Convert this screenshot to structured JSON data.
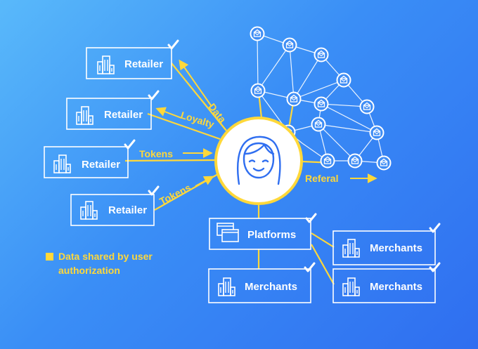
{
  "colors": {
    "line": "#ffd83a",
    "box_border": "#ffffff",
    "text": "#ffffff",
    "accent": "#ffd83a"
  },
  "retailers": [
    {
      "label": "Retailer",
      "icon": "building-icon",
      "checked": true
    },
    {
      "label": "Retailer",
      "icon": "building-icon",
      "checked": true
    },
    {
      "label": "Retailer",
      "icon": "building-icon",
      "checked": true
    },
    {
      "label": "Retailer",
      "icon": "building-icon",
      "checked": true
    }
  ],
  "flows": {
    "data": "Data",
    "loyalty": "Loyalty",
    "tokens_in": "Tokens",
    "tokens_out": "Tokens",
    "referal": "Referal"
  },
  "center": {
    "icon": "user-avatar-icon"
  },
  "platforms": {
    "label": "Platforms",
    "icon": "windows-icon",
    "checked": true
  },
  "merchants": [
    {
      "label": "Merchants",
      "icon": "building-icon",
      "checked": true
    },
    {
      "label": "Merchants",
      "icon": "building-icon",
      "checked": true
    },
    {
      "label": "Merchants",
      "icon": "building-icon",
      "checked": true
    }
  ],
  "legend": {
    "line1": "Data shared by user",
    "line2": "authorization"
  },
  "network": {
    "icon": "envelope-node-icon",
    "node_count": 15
  }
}
